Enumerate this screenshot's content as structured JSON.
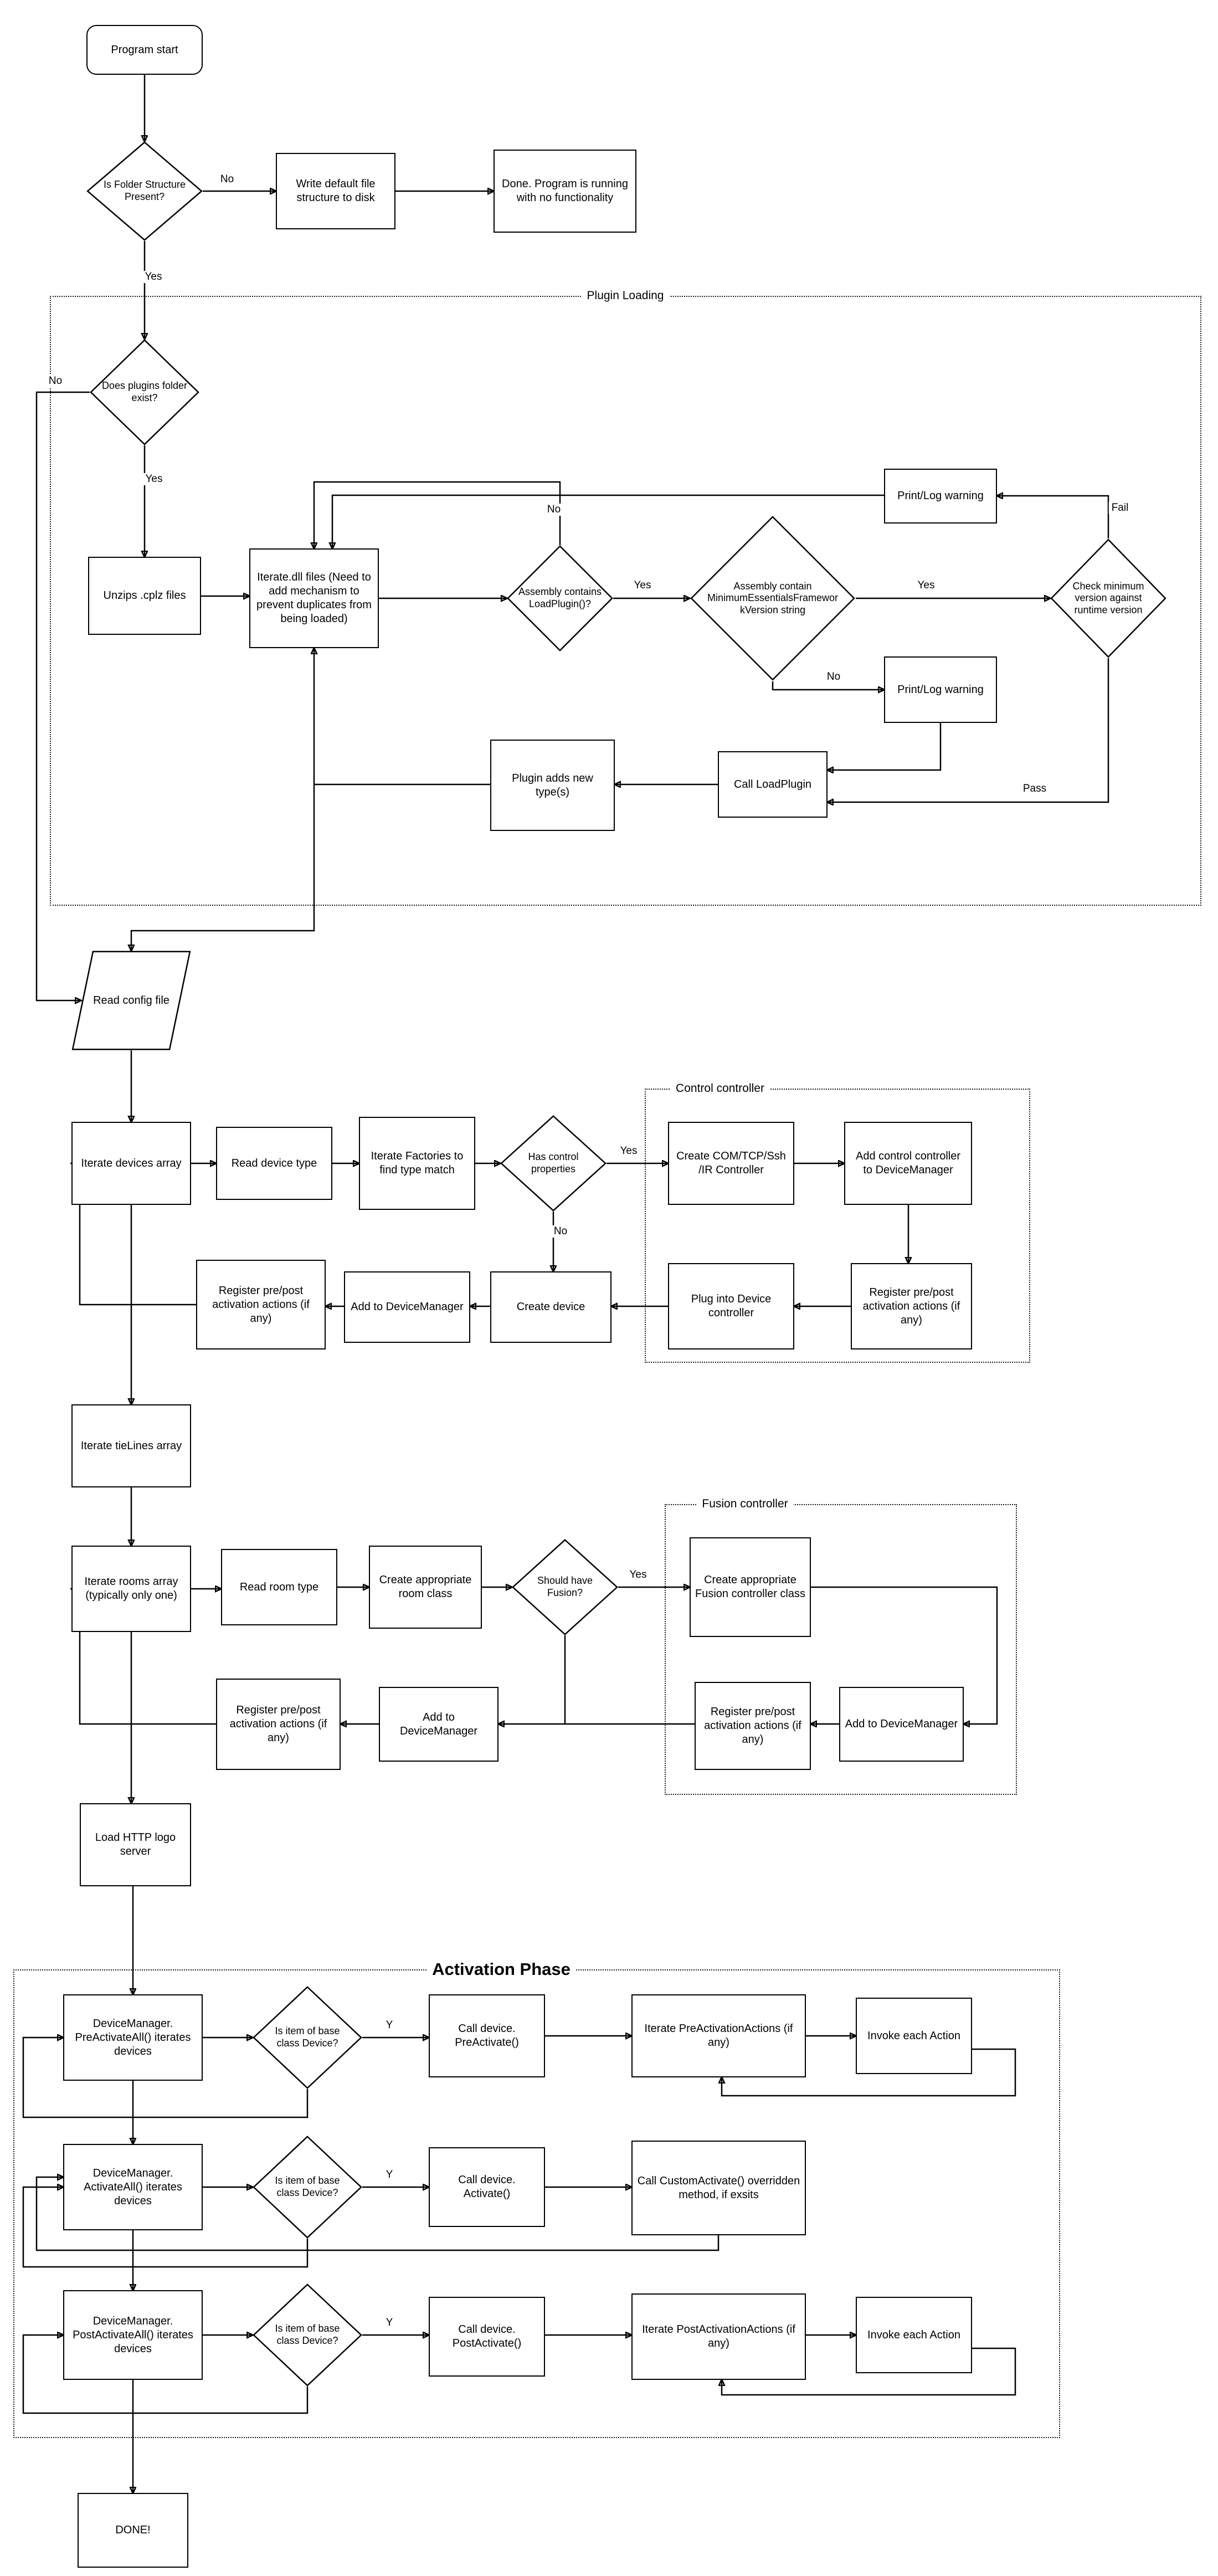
{
  "containers": {
    "plugin": "Plugin Loading",
    "control": "Control controller",
    "fusion": "Fusion controller",
    "activation": "Activation Phase"
  },
  "nodes": {
    "program_start": "Program start",
    "folder_check": "Is Folder Structure Present?",
    "write_default": "Write default file structure to disk",
    "done_no_func": "Done.  Program is running with no functionality",
    "plugins_folder_check": "Does plugins folder exist?",
    "unzip": "Unzips .cplz files",
    "iterate_dll": "Iterate.dll files (Need to add mechanism to prevent duplicates from being loaded)",
    "asm_loadplugin": "Assembly contains LoadPlugin()?",
    "asm_minversion": "Assembly contain MinimumEssentialsFrameworkVersion string",
    "check_min_version": "Check minimum version against runtime version",
    "print_log_warning": "Print/Log warning",
    "call_loadplugin": "Call LoadPlugin",
    "plugin_adds_types": "Plugin adds new type(s)",
    "read_config": "Read config file",
    "iterate_devices": "Iterate devices array",
    "read_device_type": "Read device type",
    "iterate_factories": "Iterate Factories to find type match",
    "has_control": "Has control properties",
    "create_com": "Create COM/TCP/Ssh /IR Controller",
    "add_control_controller": "Add control controller to DeviceManager",
    "register_actions": "Register pre/post activation actions (if any)",
    "plug_into_device": "Plug into Device controller",
    "create_device": "Create device",
    "add_to_devicemanager": "Add to DeviceManager",
    "iterate_tielines": "Iterate tieLines array",
    "iterate_rooms": "Iterate rooms array (typically only one)",
    "read_room_type": "Read room type",
    "create_room_class": "Create appropriate room class",
    "should_fusion": "Should have Fusion?",
    "create_fusion": "Create appropriate Fusion controller class",
    "load_http": "Load HTTP logo server",
    "pre_activate_all": "DeviceManager. PreActivateAll() iterates devices",
    "is_base_device": "Is item of base class Device?",
    "call_preactivate": "Call device. PreActivate()",
    "iterate_preactions": "Iterate PreActivationActions (if any)",
    "invoke_each": "Invoke each Action",
    "activate_all": "DeviceManager. ActivateAll() iterates devices",
    "call_activate": "Call device. Activate()",
    "call_custom": "Call CustomActivate() overridden method, if exsits",
    "post_activate_all": "DeviceManager. PostActivateAll() iterates devices",
    "call_postactivate": "Call device. PostActivate()",
    "iterate_postactions": "Iterate PostActivationActions (if any)",
    "done": "DONE!"
  },
  "edge_labels": {
    "yes": "Yes",
    "no": "No",
    "y": "Y",
    "fail": "Fail",
    "pass": "Pass"
  }
}
